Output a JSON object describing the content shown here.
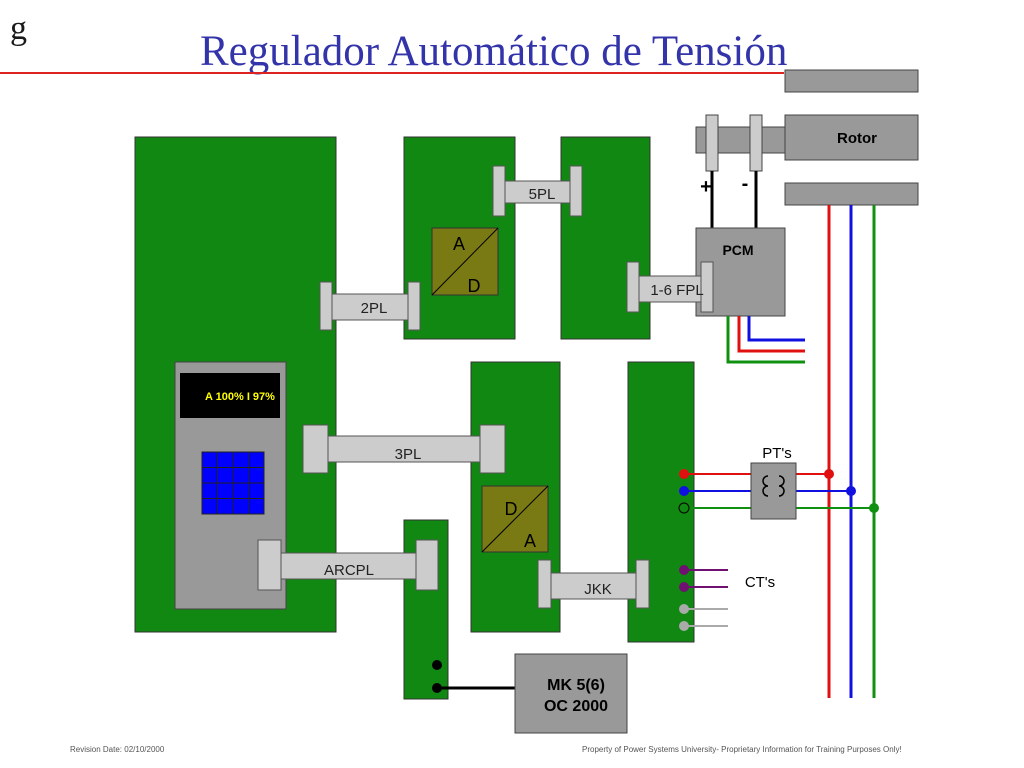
{
  "header": {
    "logo": "g",
    "title": "Regulador Automático de Tensión"
  },
  "diagram": {
    "rotor_label": "Rotor",
    "plus_label": "+",
    "minus_label": "-",
    "pcm_label": "PCM",
    "ad_converter": {
      "top": "A",
      "bottom": "D"
    },
    "da_converter": {
      "top": "D",
      "bottom": "A"
    },
    "connectors": {
      "c5pl": "5PL",
      "c2pl": "2PL",
      "c3pl": "3PL",
      "arcpl": "ARCPL",
      "jkk": "JKK",
      "fpl": "1-6 FPL"
    },
    "display_text": "A 100% I 97%",
    "pt_label": "PT's",
    "ct_label": "CT's",
    "mk_line1": "MK 5(6)",
    "mk_line2": "OC 2000",
    "colors": {
      "board": "#118811",
      "chip": "#7a7a14",
      "gray": "#999999",
      "red": "#e01010",
      "blue": "#1010e0",
      "green": "#109010",
      "purple": "#701070",
      "display_text": "#ffff00",
      "keypad": "#0000ff"
    }
  },
  "footer": {
    "revision": "Revision Date: 02/10/2000",
    "property": "Property of Power Systems University- Proprietary Information for Training Purposes Only!"
  }
}
